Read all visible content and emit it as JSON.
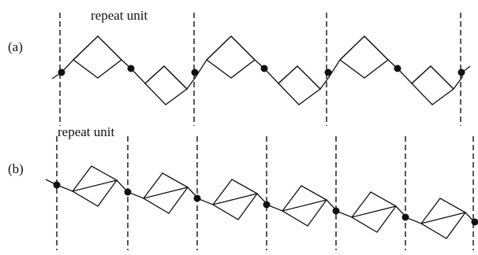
{
  "panel_a": {
    "label": "(a)",
    "repeat_label": "repeat unit"
  },
  "panel_b": {
    "label": "(b)",
    "repeat_label": "repeat unit"
  },
  "colors": {
    "ink": "#111111",
    "background": "#ffffff"
  }
}
